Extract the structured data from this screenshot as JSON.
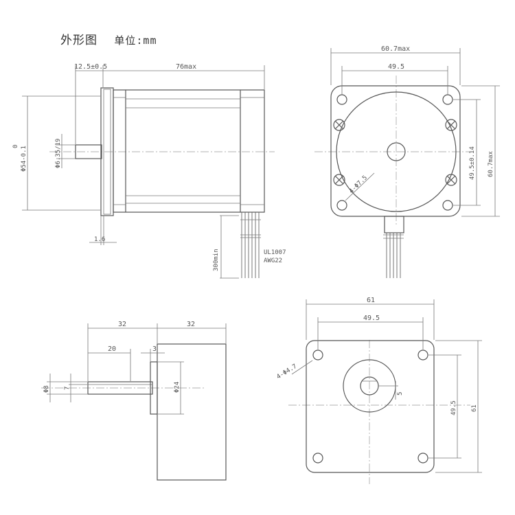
{
  "title": {
    "label": "外形图",
    "unit": "单位:mm"
  },
  "views": {
    "front": {
      "shaft_extension": "12.5±0.5",
      "body_length": "76max",
      "flange_height": "Φ54-0.1",
      "flange_height_prefix": "0",
      "shaft_dia": "Φ6.35/19",
      "flange_thick": "1.6",
      "lead_length": "300min",
      "wire_spec_1": "UL1007",
      "wire_spec_2": "AWG22"
    },
    "end": {
      "overall_width": "60.7max",
      "hole_spacing_h": "49.5",
      "hole_spacing_v": "49.5±0.14",
      "overall_height": "60.7max",
      "hole_dia": "4-Φ7.5"
    },
    "gearbox_side": {
      "dim_left": "32",
      "dim_right": "32",
      "shaft_len": "20",
      "boss_len": "3",
      "shaft_dia": "Φ8",
      "shaft_key": "7",
      "boss_dia": "Φ24"
    },
    "gearbox_face": {
      "overall_width": "61",
      "hole_spacing_h": "49.5",
      "hole_spacing_v": "49.5",
      "overall_height": "61",
      "hole_dia": "4-Φ4.7",
      "offset": "5"
    }
  }
}
